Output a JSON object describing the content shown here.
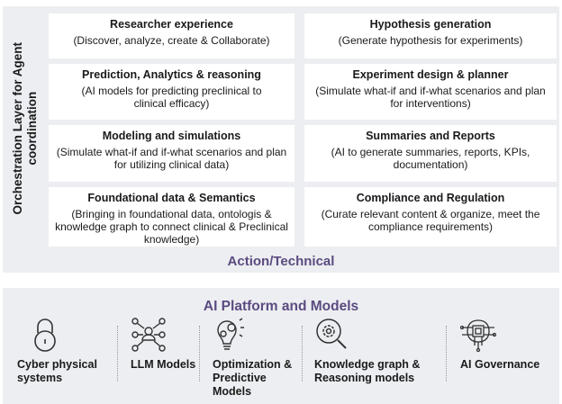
{
  "orchestration_label_line1": "Orchestration Layer for Agent",
  "orchestration_label_line2": "coordination",
  "boxes": [
    {
      "title": "Researcher experience",
      "desc": "(Discover, analyze, create & Collaborate)"
    },
    {
      "title": "Hypothesis generation",
      "desc": "(Generate hypothesis for experiments)"
    },
    {
      "title": "Prediction, Analytics & reasoning",
      "desc": "(AI models for predicting preclinical to clinical efficacy)"
    },
    {
      "title": "Experiment design & planner",
      "desc": "(Simulate what-if and if-what scenarios and plan for interventions)"
    },
    {
      "title": "Modeling and simulations",
      "desc": "(Simulate what-if and if-what scenarios and plan for utilizing clinical data)"
    },
    {
      "title": "Summaries and Reports",
      "desc": "(AI to generate summaries, reports, KPIs, documentation)"
    },
    {
      "title": "Foundational data & Semantics",
      "desc": "(Bringing in foundational data, ontologis & knowledge graph to connect clinical & Preclinical knowledge)"
    },
    {
      "title": "Compliance and Regulation",
      "desc": "(Curate relevant content & organize, meet the compliance requirements)"
    }
  ],
  "action_label": "Action/Technical",
  "platform": {
    "title": "AI Platform and Models",
    "items": [
      {
        "icon": "lock-icon",
        "label": "Cyber physical systems"
      },
      {
        "icon": "network-user-icon",
        "label": "LLM Models"
      },
      {
        "icon": "lightbulb-gear-icon",
        "label": "Optimization & Predictive Models"
      },
      {
        "icon": "gear-search-icon",
        "label": "Knowledge graph & Reasoning models"
      },
      {
        "icon": "chip-brain-icon",
        "label": "AI Governance"
      }
    ]
  },
  "colors": {
    "accent": "#5b4b80",
    "panel": "#eceef1"
  }
}
